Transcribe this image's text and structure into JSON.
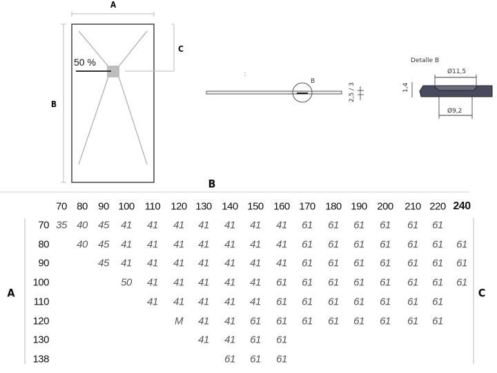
{
  "drawing": {
    "label_a": "A",
    "label_b": "B",
    "label_c": "C",
    "slope_label": "50 %",
    "section_marker": "B",
    "thickness_label": "2,5 / 3",
    "detail_title": "Detalle B",
    "detail_top_diameter": "Ø11,5",
    "detail_bottom_diameter": "Ø9,2",
    "detail_height": "1,4"
  },
  "table": {
    "column_axis_label": "B",
    "row_axis_label": "A",
    "value_axis_label": "C",
    "columns": [
      "70",
      "80",
      "90",
      "100",
      "110",
      "120",
      "130",
      "140",
      "150",
      "160",
      "170",
      "180",
      "190",
      "200",
      "210",
      "220",
      "240"
    ],
    "rows": [
      {
        "label": "70",
        "values": [
          "35",
          "40",
          "45",
          "41",
          "41",
          "41",
          "41",
          "41",
          "41",
          "41",
          "61",
          "61",
          "61",
          "61",
          "61",
          "61",
          null
        ]
      },
      {
        "label": "80",
        "values": [
          null,
          "40",
          "45",
          "41",
          "41",
          "41",
          "41",
          "41",
          "41",
          "41",
          "61",
          "61",
          "61",
          "61",
          "61",
          "61",
          "61"
        ]
      },
      {
        "label": "90",
        "values": [
          null,
          null,
          "45",
          "41",
          "41",
          "41",
          "41",
          "41",
          "41",
          "41",
          "61",
          "61",
          "61",
          "61",
          "61",
          "61",
          "61"
        ]
      },
      {
        "label": "100",
        "values": [
          null,
          null,
          null,
          "50",
          "41",
          "41",
          "41",
          "41",
          "41",
          "61",
          "61",
          "61",
          "61",
          "61",
          "61",
          "61",
          "61"
        ]
      },
      {
        "label": "110",
        "values": [
          null,
          null,
          null,
          null,
          "41",
          "41",
          "41",
          "41",
          "41",
          "61",
          "61",
          "61",
          "61",
          "61",
          "61",
          "61",
          null
        ]
      },
      {
        "label": "120",
        "values": [
          null,
          null,
          null,
          null,
          null,
          "M",
          "41",
          "41",
          "61",
          "61",
          "61",
          "61",
          "61",
          "61",
          "61",
          "61",
          null
        ]
      },
      {
        "label": "130",
        "values": [
          null,
          null,
          null,
          null,
          null,
          null,
          "41",
          "41",
          "61",
          "61",
          null,
          null,
          null,
          null,
          null,
          null,
          null
        ]
      },
      {
        "label": "138",
        "values": [
          null,
          null,
          null,
          null,
          null,
          null,
          null,
          "61",
          "61",
          "61",
          null,
          null,
          null,
          null,
          null,
          null,
          null
        ]
      }
    ]
  }
}
